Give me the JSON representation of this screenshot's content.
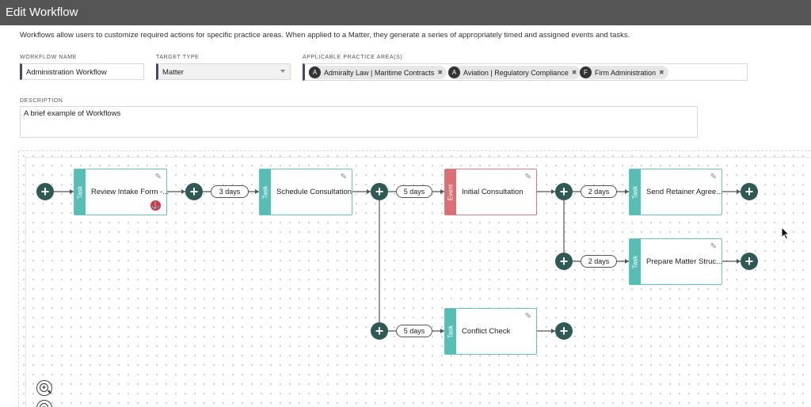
{
  "header": {
    "title": "Edit Workflow"
  },
  "intro": "Workflows allow users to customize required actions for specific practice areas. When applied to a Matter, they generate a series of appropriately timed and assigned events and tasks.",
  "form": {
    "workflow_name_label": "WORKFLOW NAME",
    "workflow_name_value": "Administration Workflow",
    "target_type_label": "TARGET TYPE",
    "target_type_value": "Matter",
    "practice_areas_label": "APPLICABLE PRACTICE AREA(S)",
    "practice_areas": [
      {
        "initial": "A",
        "label": "Admiralty Law | Maritime Contracts"
      },
      {
        "initial": "A",
        "label": "Aviation | Regulatory Compliance"
      },
      {
        "initial": "F",
        "label": "Firm Administration"
      }
    ],
    "description_label": "DESCRIPTION",
    "description_value": "A brief example of Workflows"
  },
  "workflow": {
    "nodes": [
      {
        "type": "Task",
        "title": "Review Intake Form -..."
      },
      {
        "type": "Task",
        "title": "Schedule Consultation"
      },
      {
        "type": "Event",
        "title": "Initial Consultation"
      },
      {
        "type": "Task",
        "title": "Send Retainer Agree..."
      },
      {
        "type": "Task",
        "title": "Prepare Matter Struc..."
      },
      {
        "type": "Task",
        "title": "Conflict Check"
      }
    ],
    "delays": [
      "3 days",
      "5 days",
      "2 days",
      "2 days",
      "5 days"
    ]
  },
  "colors": {
    "header_bg": "#555555",
    "task": "#55bfb5",
    "event": "#dd6f74",
    "node_btn": "#2e5a55",
    "field_accent": "#4c4470"
  },
  "icons": [
    "plus-icon",
    "pencil-icon",
    "anchor-icon",
    "zoom-in-icon",
    "zoom-out-icon",
    "close-icon",
    "caret-down-icon",
    "cursor-icon"
  ]
}
